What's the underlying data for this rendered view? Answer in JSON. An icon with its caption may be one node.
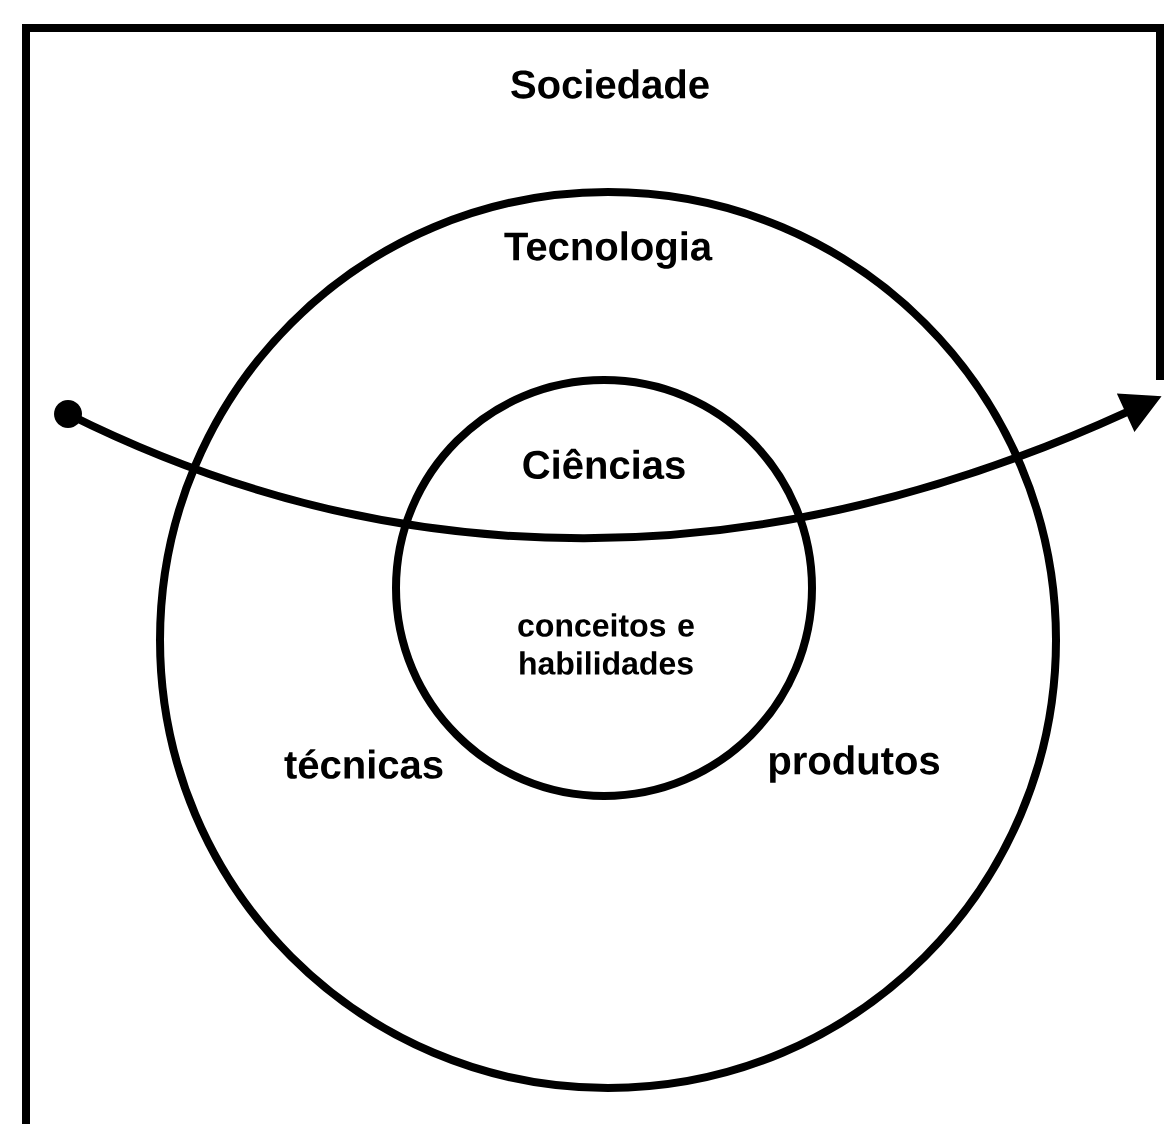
{
  "diagram": {
    "nodes": [
      {
        "text": [
          "Sociedade"
        ]
      },
      {
        "text": [
          "Tecnologia",
          "técnicas",
          "produtos"
        ],
        "in": 0
      },
      {
        "text": [
          "Ciências",
          "conceitos e habilidades"
        ],
        "in": 1
      }
    ]
  }
}
